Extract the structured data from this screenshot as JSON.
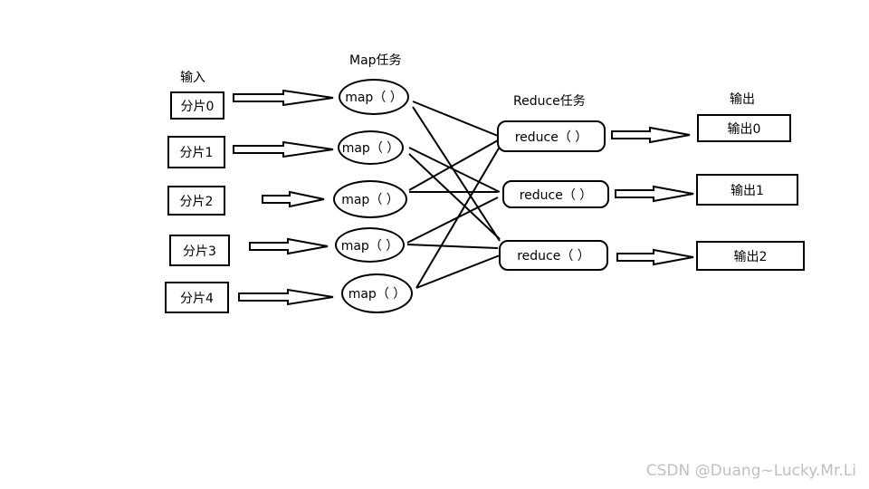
{
  "headers": {
    "input": "输入",
    "map": "Map任务",
    "reduce": "Reduce任务",
    "output": "输出"
  },
  "splits": [
    "分片0",
    "分片1",
    "分片2",
    "分片3",
    "分片4"
  ],
  "maps": [
    "map（ ）",
    "map（ ）",
    "map（ ）",
    "map（ ）",
    "map（ ）"
  ],
  "reduces": [
    "reduce（ ）",
    "reduce（ ）",
    "reduce（ ）"
  ],
  "outputs": [
    "输出0",
    "输出1",
    "输出2"
  ],
  "watermark": "CSDN @Duang~Lucky.Mr.Li"
}
